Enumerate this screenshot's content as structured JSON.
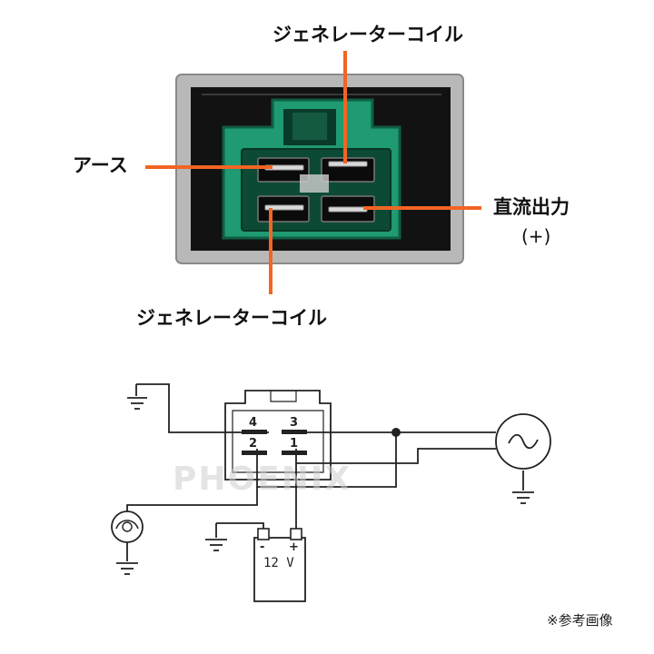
{
  "photo": {
    "labels": {
      "top_coil": "ジェネレーターコイル",
      "ground": "アース",
      "dc_output": "直流出力",
      "dc_output_sign": "(+)",
      "bottom_coil": "ジェネレーターコイル"
    },
    "colors": {
      "leader_line": "#f26522",
      "connector_green": "#1f9a73",
      "casing_silver": "#b8b8b8",
      "potting_black": "#111111"
    }
  },
  "schematic": {
    "pins": [
      "4",
      "3",
      "2",
      "1"
    ],
    "battery": {
      "voltage": "12 V",
      "plus": "+",
      "minus": "-"
    },
    "watermark": "PHOENIX",
    "icons": [
      "ground-symbol-icon",
      "generator-ac-icon",
      "lamp-icon",
      "battery-icon"
    ]
  },
  "footnote": "※参考画像"
}
